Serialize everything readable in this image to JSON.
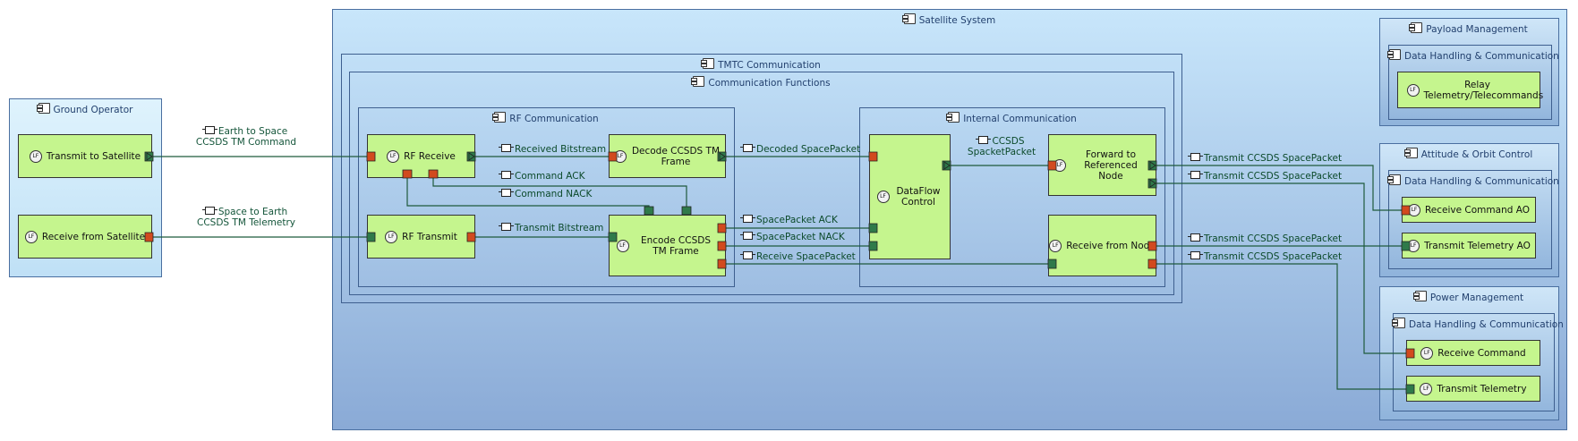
{
  "containers": {
    "satellite_system": "Satellite System",
    "tmtc_communication": "TMTC Communication",
    "communication_functions": "Communication Functions",
    "rf_communication": "RF Communication",
    "internal_communication": "Internal Communication",
    "ground_operator": "Ground Operator",
    "payload_management": "Payload Management",
    "payload_dhc": "Data Handling & Communication",
    "attitude_orbit_control": "Attitude & Orbit Control",
    "aoc_dhc": "Data Handling & Communication",
    "power_management": "Power Management",
    "power_dhc": "Data Handling & Communication"
  },
  "functions": {
    "transmit_to_satellite": "Transmit to Satellite",
    "receive_from_satellite": "Receive from Satellite",
    "rf_receive": "RF Receive",
    "rf_transmit": "RF Transmit",
    "decode_ccsds": "Decode CCSDS TM Frame",
    "encode_ccsds": "Encode CCSDS TM Frame",
    "dataflow_control": "DataFlow Control",
    "forward_to_node": "Forward to Referenced Node",
    "receive_from_node": "Receive from Node",
    "relay_tmtc": "Relay Telemetry/Telecommands",
    "receive_command_ao": "Receive Command AO",
    "transmit_telemetry_ao": "Transmit Telemetry AO",
    "receive_command": "Receive Command",
    "transmit_telemetry": "Transmit Telemetry"
  },
  "exchanges": {
    "earth_to_space_1": "Earth to Space",
    "earth_to_space_2": "CCSDS TM Command",
    "space_to_earth_1": "Space to Earth",
    "space_to_earth_2": "CCSDS TM Telemetry",
    "received_bitstream": "Received Bitstream",
    "command_ack": "Command ACK",
    "command_nack": "Command NACK",
    "transmit_bitstream": "Transmit Bitstream",
    "decoded_spacepacket": "Decoded SpacePacket",
    "spacepacket_ack": "SpacePacket ACK",
    "spacepacket_nack": "SpacePacket NACK",
    "receive_spacepacket": "Receive SpacePacket",
    "ccsds_spacket_1": "CCSDS",
    "ccsds_spacket_2": "SpacketPacket",
    "transmit_ccsds_1": "Transmit CCSDS SpacePacket",
    "transmit_ccsds_2": "Transmit CCSDS SpacePacket",
    "transmit_ccsds_3": "Transmit CCSDS SpacePacket",
    "transmit_ccsds_4": "Transmit CCSDS SpacePacket"
  },
  "icons": {
    "function": "LF",
    "component": "component-icon",
    "exchange": "exchange-item-icon"
  },
  "colors": {
    "function_fill": "#c5f58e",
    "wire": "#1f5a3c",
    "port_in": "#d24a1e",
    "port_out": "#1f6a3c"
  }
}
